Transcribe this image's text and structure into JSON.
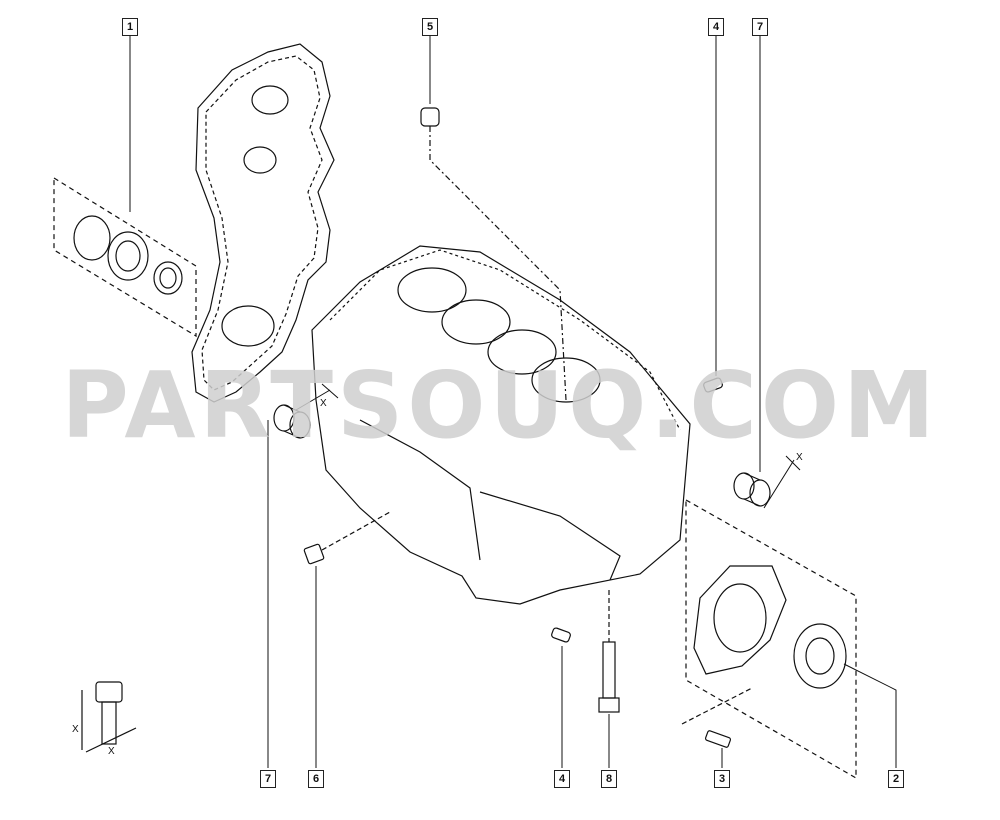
{
  "callouts": [
    {
      "id": "callout-1",
      "label": "1"
    },
    {
      "id": "callout-5",
      "label": "5"
    },
    {
      "id": "callout-4-top",
      "label": "4"
    },
    {
      "id": "callout-7-top",
      "label": "7"
    },
    {
      "id": "callout-7-bottom",
      "label": "7"
    },
    {
      "id": "callout-6",
      "label": "6"
    },
    {
      "id": "callout-4-bottom",
      "label": "4"
    },
    {
      "id": "callout-8",
      "label": "8"
    },
    {
      "id": "callout-3",
      "label": "3"
    },
    {
      "id": "callout-2",
      "label": "2"
    }
  ],
  "dimension_label": "X",
  "watermark": "PARTSOUQ.COM"
}
